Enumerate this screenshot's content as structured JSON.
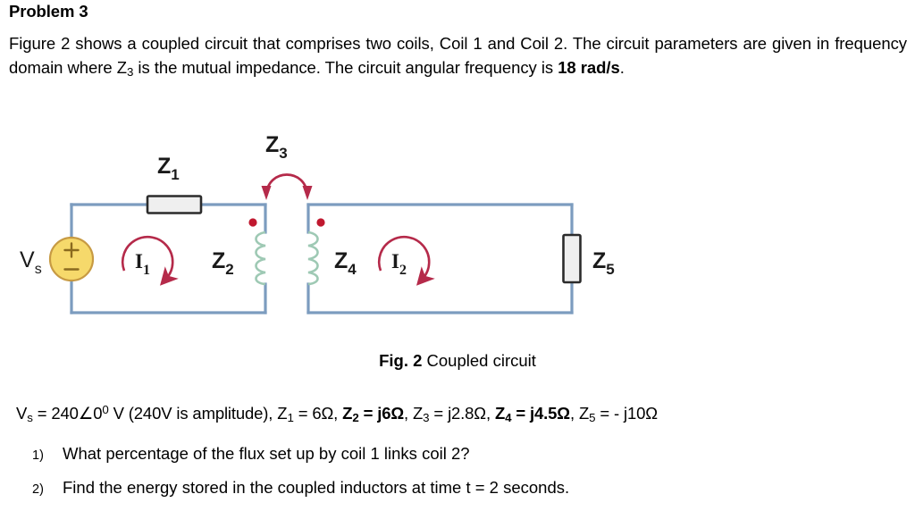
{
  "problem": {
    "title": "Problem 3",
    "intro_parts": [
      {
        "text": "Figure 2 shows a coupled circuit that comprises two coils, Coil 1 and Coil 2. The circuit parameters are given in frequency domain where Z",
        "bold": false
      },
      {
        "text": "3",
        "bold": false,
        "sub": true
      },
      {
        "text": " is the mutual impedance. The circuit angular frequency is ",
        "bold": false
      },
      {
        "text": "18 rad/s",
        "bold": true
      },
      {
        "text": ".",
        "bold": false
      }
    ],
    "intro_plain": "Figure 2 shows a coupled circuit that comprises two coils, Coil 1 and Coil 2. The circuit parameters are given in frequency domain where Z3 is the mutual impedance. The circuit angular frequency is 18 rad/s."
  },
  "figure": {
    "caption_label": "Fig. 2",
    "caption_text": "Coupled circuit",
    "labels": {
      "source": "V",
      "source_sub": "s",
      "z1": "Z",
      "z1_sub": "1",
      "z2": "Z",
      "z2_sub": "2",
      "z3": "Z",
      "z3_sub": "3",
      "z4": "Z",
      "z4_sub": "4",
      "z5": "Z",
      "z5_sub": "5",
      "i1": "I",
      "i1_sub": "1",
      "i2": "I",
      "i2_sub": "2",
      "plus": "+",
      "minus": "–"
    },
    "colors": {
      "wire": "#7c9cbf",
      "current_arrow": "#b52a4a",
      "source_fill": "#f6d96b",
      "source_stroke": "#c79a43",
      "coil": "#9ec9b4",
      "component_fill": "#efefef",
      "component_stroke": "#2b2b2b",
      "dot": "#c0182f",
      "text": "#1a1a1a"
    }
  },
  "values": {
    "line_parts": [
      {
        "text": "V",
        "bold": false
      },
      {
        "text": "s",
        "bold": false,
        "sub": true
      },
      {
        "text": " = 240∠0",
        "bold": false
      },
      {
        "text": "0",
        "bold": false,
        "sup": true
      },
      {
        "text": " V (240V is amplitude), Z",
        "bold": false
      },
      {
        "text": "1",
        "bold": false,
        "sub": true
      },
      {
        "text": " = 6Ω,  ",
        "bold": false
      },
      {
        "text": "Z",
        "bold": true
      },
      {
        "text": "2",
        "bold": true,
        "sub": true
      },
      {
        "text": " = j6Ω",
        "bold": true
      },
      {
        "text": ",  Z",
        "bold": false
      },
      {
        "text": "3",
        "bold": false,
        "sub": true
      },
      {
        "text": " = j2.8Ω,  ",
        "bold": false
      },
      {
        "text": "Z",
        "bold": true
      },
      {
        "text": "4",
        "bold": true,
        "sub": true
      },
      {
        "text": " = j4.5Ω",
        "bold": true
      },
      {
        "text": ",  Z",
        "bold": false
      },
      {
        "text": "5",
        "bold": false,
        "sub": true
      },
      {
        "text": " =  - j10Ω",
        "bold": false
      }
    ],
    "plain": "Vs = 240∠0° V (240V is amplitude), Z1 = 6Ω, Z2 = j6Ω, Z3 = j2.8Ω, Z4 = j4.5Ω, Z5 = - j10Ω",
    "vs_magnitude": "240",
    "vs_angle": "0",
    "z1": "6Ω",
    "z2": "j6Ω",
    "z3": "j2.8Ω",
    "z4": "j4.5Ω",
    "z5": "- j10Ω",
    "omega": "18 rad/s"
  },
  "questions": [
    {
      "number": "1)",
      "text": "What percentage of the flux set up by coil 1 links coil 2?"
    },
    {
      "number": "2)",
      "text": "Find the energy stored in the coupled inductors at time t = 2 seconds."
    }
  ]
}
